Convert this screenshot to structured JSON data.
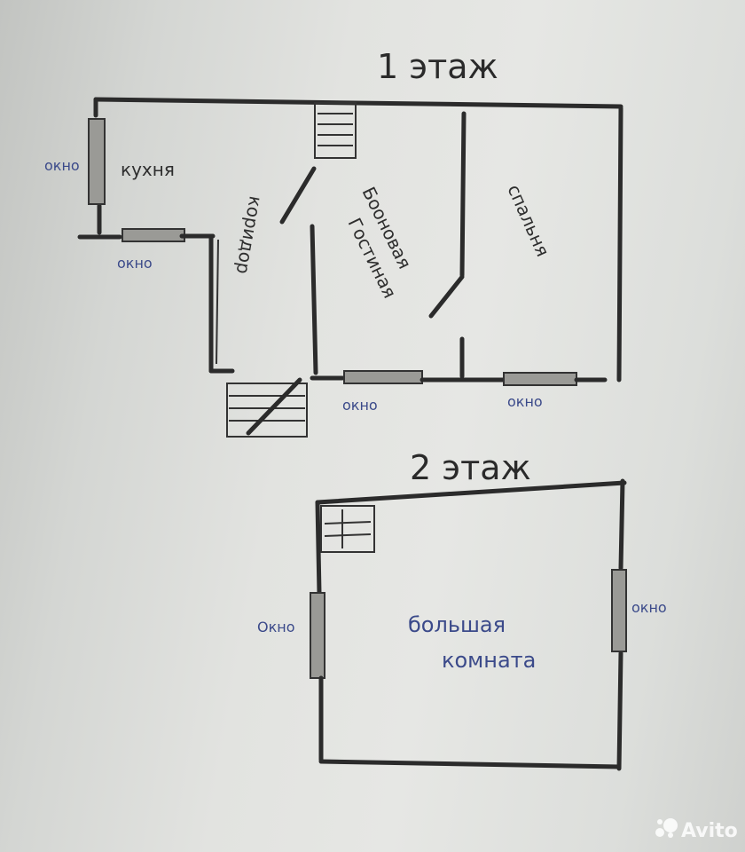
{
  "floor1": {
    "title": "1 этаж",
    "rooms": {
      "kitchen": "кухня",
      "corridor": "коридор",
      "living": "Гостиная",
      "living_prefix": "Бооновая",
      "bedroom": "спальня"
    },
    "window_label": "окно"
  },
  "floor2": {
    "title": "2 этаж",
    "room": {
      "line1": "большая",
      "line2": "комната"
    },
    "window_label_left": "Окно",
    "window_label_right": "окно"
  },
  "watermark": {
    "brand": "Avito"
  }
}
